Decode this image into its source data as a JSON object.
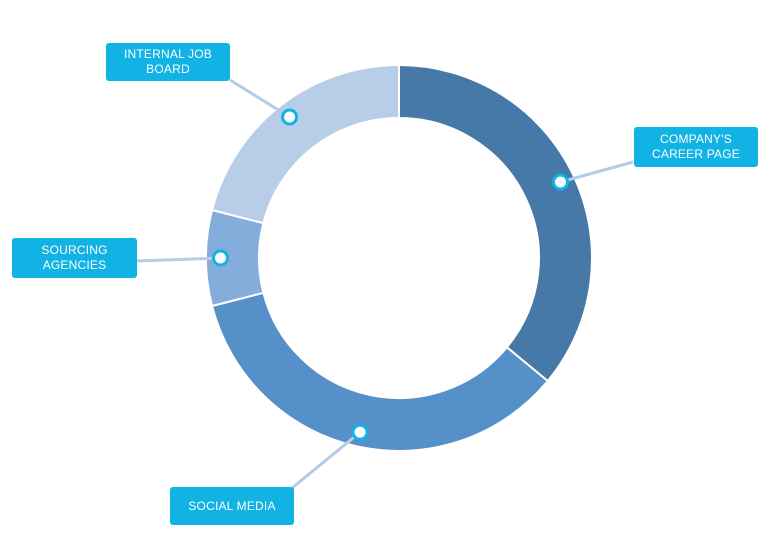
{
  "chart_data": {
    "type": "pie",
    "style": "donut",
    "title": "",
    "categories": [
      "COMPANY'S CAREER PAGE",
      "SOCIAL MEDIA",
      "SOURCING AGENCIES",
      "INTERNAL JOB BOARD"
    ],
    "values": [
      36,
      35,
      8,
      21
    ],
    "unit": "%",
    "start": "top",
    "direction": "clockwise",
    "colors": [
      "#4679a7",
      "#5590c8",
      "#85addb",
      "#b7cde8"
    ],
    "legend": "callouts"
  },
  "labels": {
    "career_page": [
      "COMPANY'S",
      "CAREER PAGE"
    ],
    "social_media": [
      "SOCIAL MEDIA"
    ],
    "sourcing": [
      "SOURCING",
      "AGENCIES"
    ],
    "internal": [
      "INTERNAL JOB",
      "BOARD"
    ]
  },
  "colors": {
    "callout_bg": "#11b3e4",
    "leader_line": "#b3cde6",
    "marker_stroke": "#11b3e4"
  }
}
